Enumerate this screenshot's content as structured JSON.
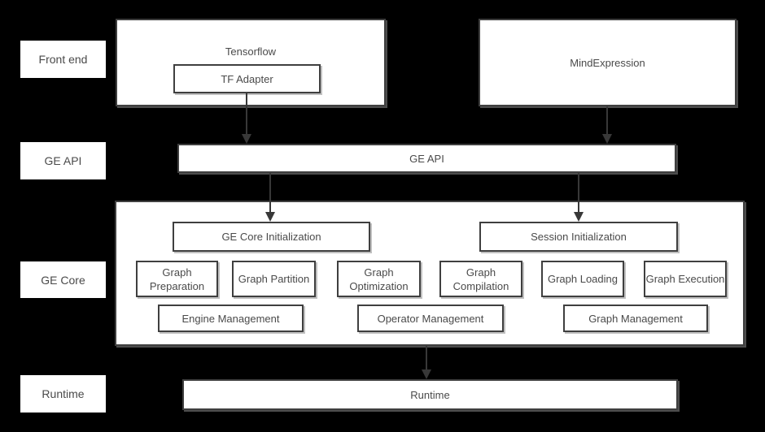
{
  "colors": {
    "background": "#000000",
    "box_fill": "#ffffff",
    "box_border": "#3f3f3f",
    "text": "#4a4a4a",
    "arrow": "#383838"
  },
  "row_labels": {
    "front_end": "Front end",
    "ge_api": "GE API",
    "ge_core": "GE Core",
    "runtime": "Runtime"
  },
  "front_end_layer": {
    "tensorflow": {
      "title": "Tensorflow",
      "tf_adapter": "TF Adapter"
    },
    "mind_expression": {
      "title": "MindExpression"
    }
  },
  "ge_api_layer": {
    "bar": "GE API"
  },
  "ge_core_layer": {
    "init_boxes": [
      "GE Core Initialization",
      "Session Initialization"
    ],
    "stages": [
      "Graph Preparation",
      "Graph Partition",
      "Graph Optimization",
      "Graph Compilation",
      "Graph Loading",
      "Graph Execution"
    ],
    "management": [
      "Engine Management",
      "Operator Management",
      "Graph Management"
    ]
  },
  "runtime_layer": {
    "bar": "Runtime"
  }
}
